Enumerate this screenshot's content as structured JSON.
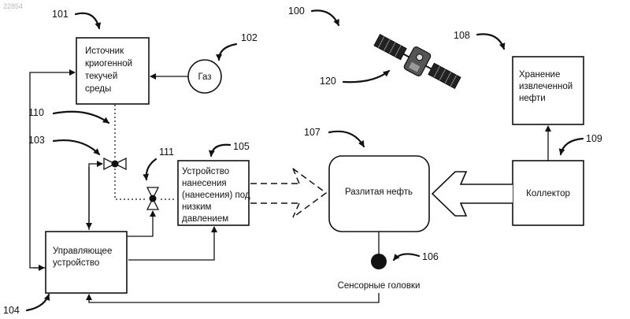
{
  "watermark": "22854",
  "refs": {
    "system": "100",
    "source": "101",
    "gas": "102",
    "valve_main": "103",
    "controller": "104",
    "applicator": "105",
    "sensors": "106",
    "spill": "107",
    "storage": "108",
    "collector": "109",
    "line": "110",
    "valve_second": "111",
    "satellite": "120"
  },
  "boxes": {
    "source": [
      "Источник",
      "криогенной",
      "текучей",
      "среды"
    ],
    "gas": "Газ",
    "applicator": [
      "Устройство",
      "нанесения",
      "(нанесения) под",
      "низким",
      "давлением"
    ],
    "spill": "Разлитая нефть",
    "collector": "Коллектор",
    "storage": [
      "Хранение",
      "извлеченной",
      "нефти"
    ],
    "controller": [
      "Управляющее",
      "устройство"
    ],
    "sensors": "Сенсорные головки"
  }
}
